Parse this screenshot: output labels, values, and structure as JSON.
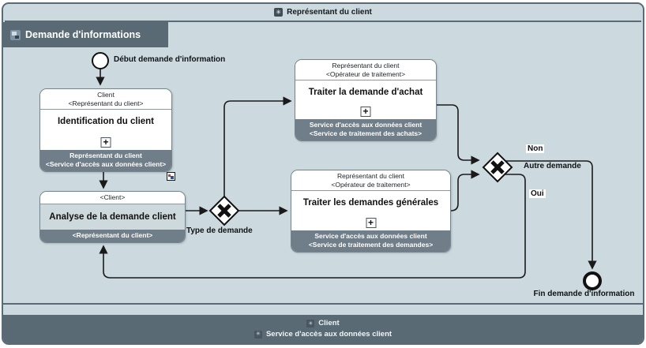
{
  "pool": {
    "title": "Représentant du client"
  },
  "tab": {
    "title": "Demande d'informations"
  },
  "events": {
    "start": {
      "label": "Début demande d'information"
    },
    "end": {
      "label": "Fin demande d'information"
    }
  },
  "tasks": [
    {
      "header1": "Client",
      "header2": "<Représentant du client>",
      "name": "Identification du client",
      "footer1": "Représentant du client",
      "footer2": "<Service d'accès aux données client>"
    },
    {
      "header1": "<Client>",
      "name": "Analyse de la demande client",
      "footer1": "<Représentant du client>"
    },
    {
      "header1": "Représentant du client",
      "header2": "<Opérateur de traitement>",
      "name": "Traiter la demande d'achat",
      "footer1": "Service d'accès aux données client",
      "footer2": "<Service de traitement des achats>"
    },
    {
      "header1": "Représentant du client",
      "header2": "<Opérateur de traitement>",
      "name": "Traiter les demandes générales",
      "footer1": "Service d'accès aux données client",
      "footer2": "<Service de traitement des demandes>"
    }
  ],
  "gateways": {
    "type_de_demande": {
      "label": "Type de demande"
    },
    "autre_demande": {
      "label": "Autre demande",
      "branch_no": "Non",
      "branch_yes": "Oui"
    }
  },
  "lanes": {
    "line1": "Client",
    "line2": "Service d'accès aux données client"
  },
  "markers": {
    "subprocess": "+",
    "gear": "✳"
  },
  "colors": {
    "slate": "#596a74",
    "task_footer": "#6f7e88",
    "canvas": "#ccdae0",
    "line": "#1a1a1a"
  }
}
